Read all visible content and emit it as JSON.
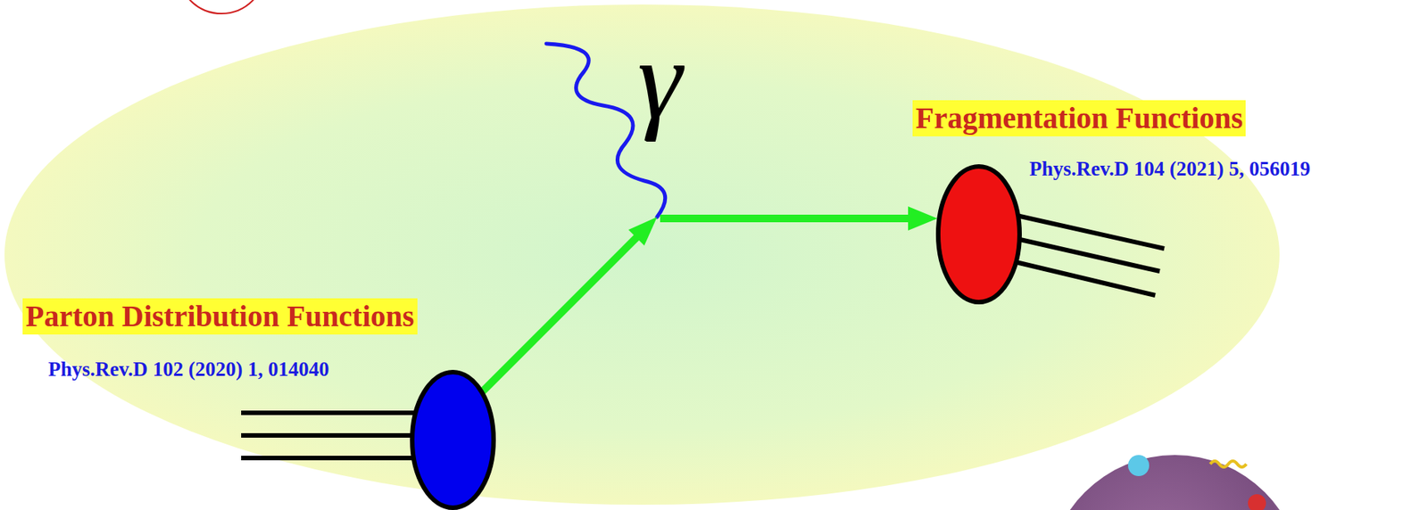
{
  "diagram": {
    "nodes": [
      {
        "text": [
          "Fragmentation Functions"
        ]
      },
      {
        "text": [
          "Parton Distribution Functions"
        ]
      }
    ],
    "labels": [
      "γ",
      "Phys.Rev.D 104 (2021) 5, 056019",
      "Phys.Rev.D 102 (2020) 1, 014040"
    ]
  }
}
